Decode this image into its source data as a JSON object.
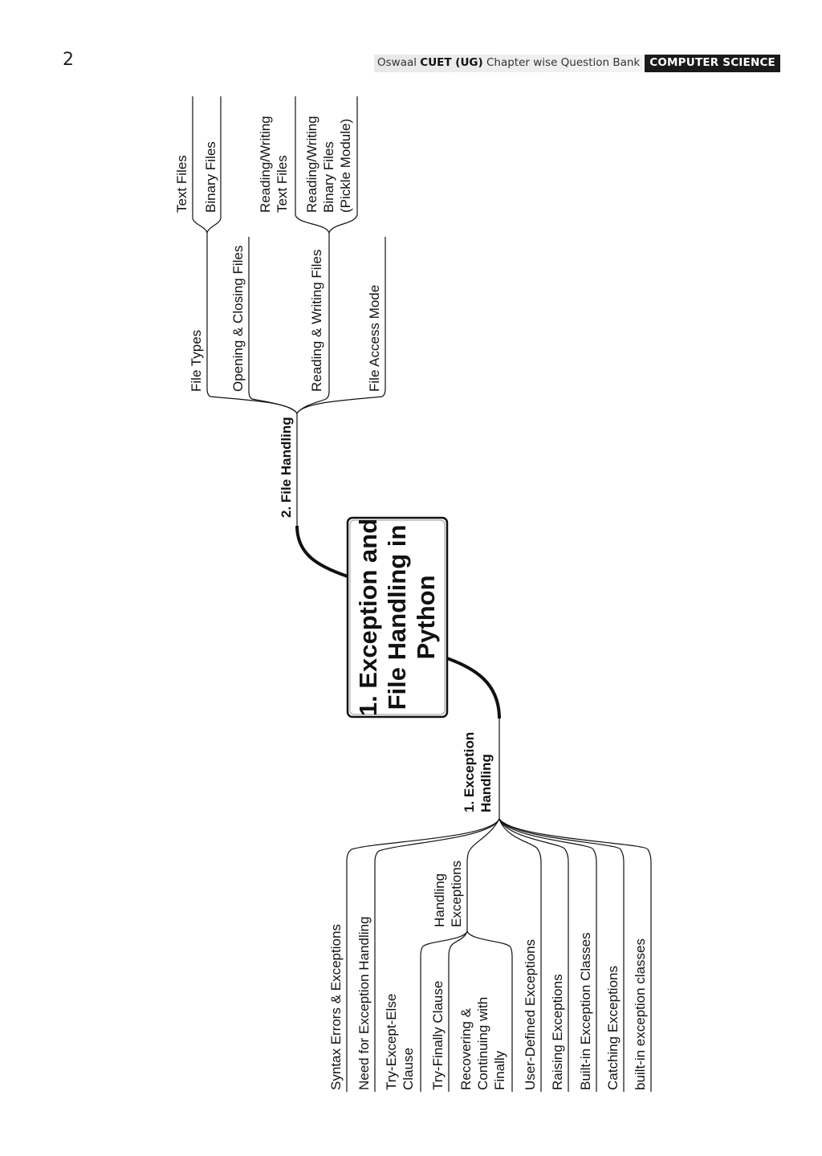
{
  "page": {
    "number": "2",
    "header_prefix": "Oswaal",
    "header_bold": "CUET (UG)",
    "header_suffix": "Chapter wise Question Bank",
    "header_subject": "COMPUTER SCIENCE"
  },
  "mindmap": {
    "center": {
      "lines": [
        "1. Exception and",
        "File Handling in",
        "Python"
      ]
    },
    "file_handling": {
      "title": "2. File Handling",
      "file_types": {
        "label": "File Types",
        "children": [
          "Text Files",
          "Binary Files"
        ]
      },
      "opening_closing": "Opening & Closing Files",
      "reading_writing": {
        "label": "Reading & Writing Files",
        "child_text": [
          "Reading/Writing",
          "Text Files"
        ],
        "child_binary": [
          "Reading/Writing",
          "Binary Files",
          "(Pickle Module)"
        ]
      },
      "access_mode": "File Access Mode"
    },
    "exception_handling": {
      "title": [
        "1. Exception",
        "Handling"
      ],
      "syntax_errors": "Syntax Errors & Exceptions",
      "need": "Need for Exception Handling",
      "try_except_else": [
        "Try-Except-Else",
        "Clause"
      ],
      "handling": {
        "label": [
          "Handling",
          "Exceptions"
        ],
        "try_finally": "Try-Finally Clause",
        "recovering": [
          "Recovering &",
          "Continuing with",
          "Finally"
        ]
      },
      "user_defined": "User-Defined Exceptions",
      "raising": "Raising Exceptions",
      "builtin_classes": "Built-in Exception Classes",
      "catching": "Catching Exceptions",
      "builtin_lower": "built-in exception classes"
    }
  }
}
